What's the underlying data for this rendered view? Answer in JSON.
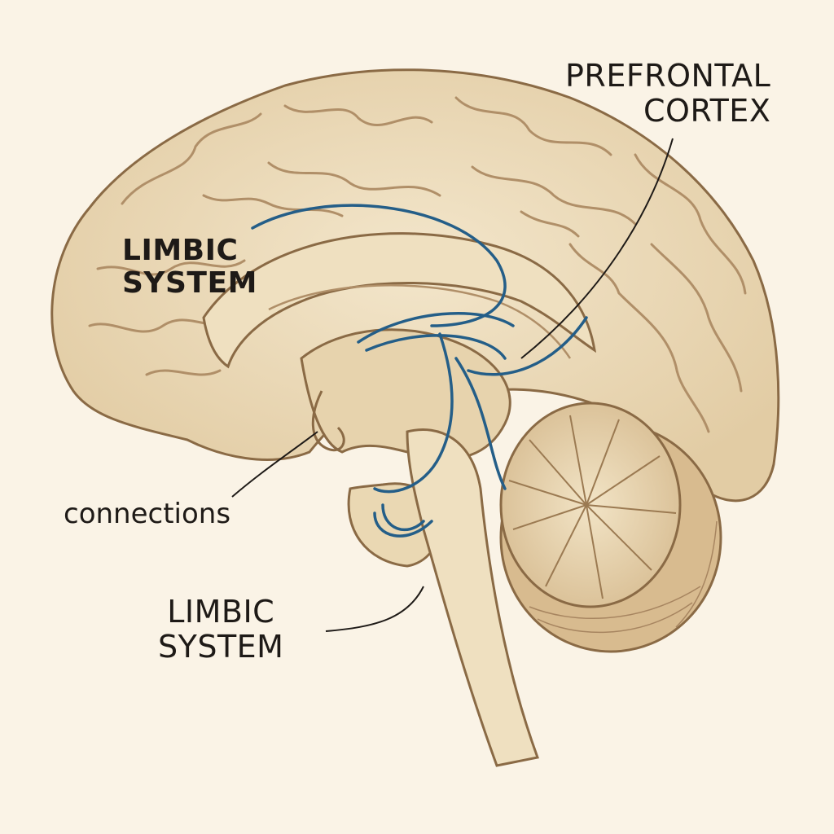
{
  "labels": {
    "prefrontal_cortex": {
      "line1": "PREFRONTAL",
      "line2": "CORTEX"
    },
    "limbic_system_upper": {
      "line1": "LIMBIC",
      "line2": "SYSTEM"
    },
    "connections": "connections",
    "limbic_system_lower": {
      "line1": "LIMBIC",
      "line2": "SYSTEM"
    }
  },
  "colors": {
    "background": "#faf3e6",
    "brain_fill": "#ecdcbc",
    "brain_outline": "#8a6a45",
    "sulcus": "#b08f68",
    "pathway": "#245e88",
    "leader_line": "#1e1a17",
    "text": "#1e1a17"
  }
}
